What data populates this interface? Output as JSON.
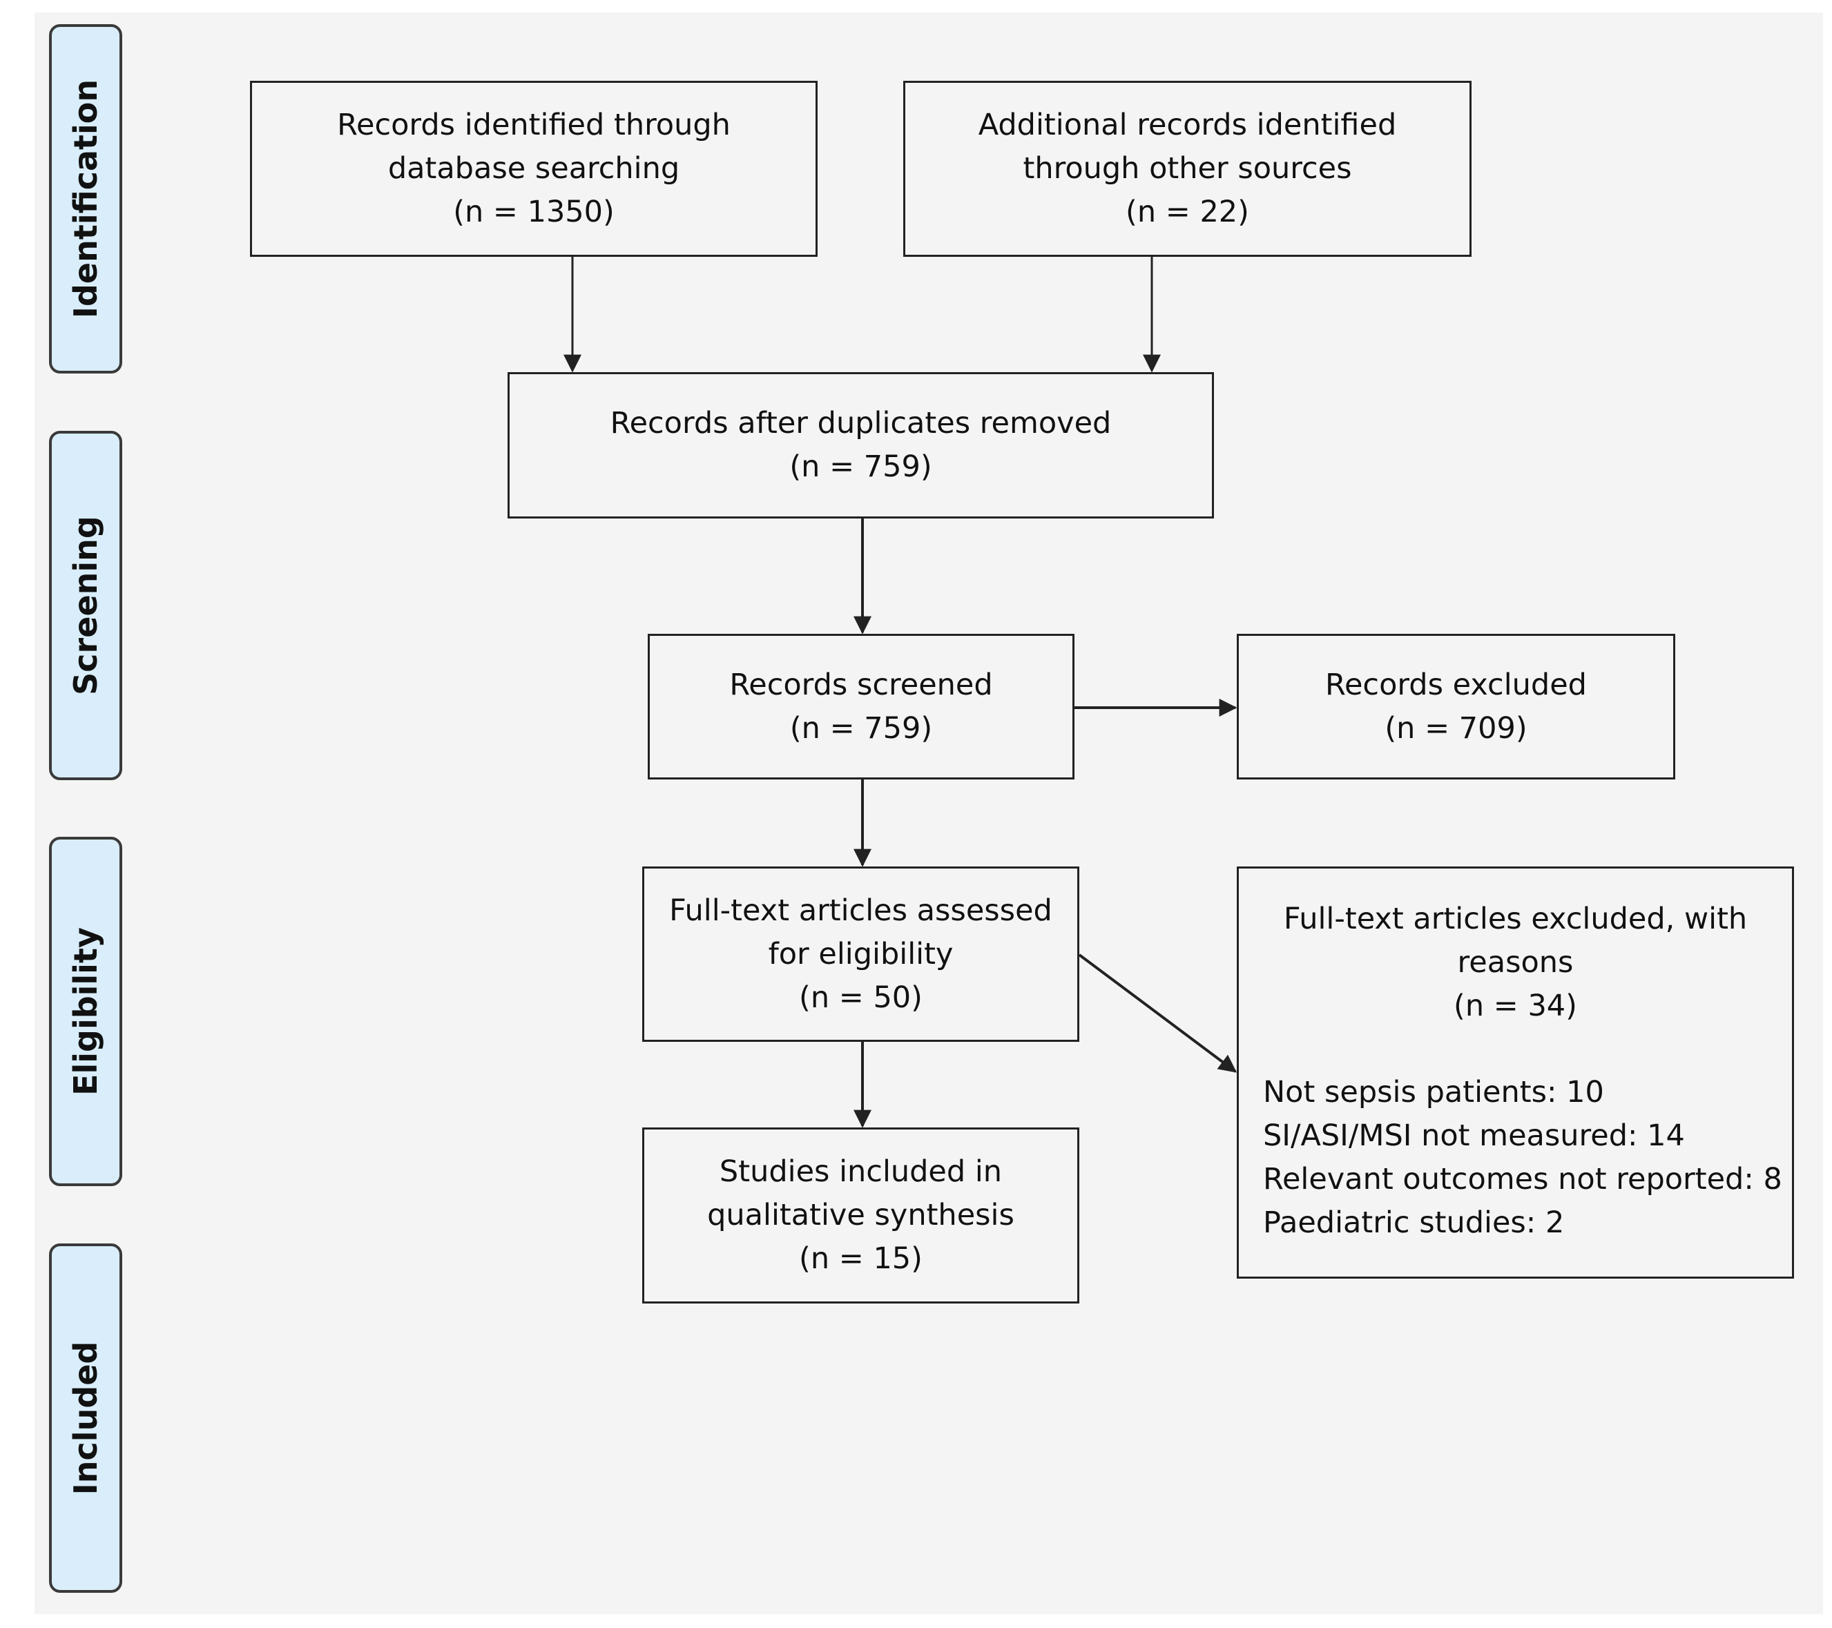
{
  "phases": {
    "identification": "Identification",
    "screening": "Screening",
    "eligibility": "Eligibility",
    "included": "Included"
  },
  "boxes": {
    "database_records": {
      "line1": "Records identified through",
      "line2": "database searching",
      "count": "(n = 1350)"
    },
    "other_records": {
      "line1": "Additional records identified",
      "line2": "through other sources",
      "count": "(n = 22)"
    },
    "after_duplicates": {
      "line1": "Records after duplicates removed",
      "count": "(n = 759)"
    },
    "screened": {
      "line1": "Records screened",
      "count": "(n = 759)"
    },
    "excluded": {
      "line1": "Records excluded",
      "count": "(n = 709)"
    },
    "fulltext_assessed": {
      "line1": "Full-text articles assessed",
      "line2": "for eligibility",
      "count": "(n = 50)"
    },
    "fulltext_excluded": {
      "line1": "Full-text articles excluded, with",
      "line2": "reasons",
      "count": "(n = 34)",
      "reasons": [
        "Not sepsis patients: 10",
        "SI/ASI/MSI not measured: 14",
        "Relevant outcomes not reported: 8",
        "Paediatric studies: 2"
      ]
    },
    "included_studies": {
      "line1": "Studies included in",
      "line2": "qualitative synthesis",
      "count": "(n = 15)"
    }
  }
}
